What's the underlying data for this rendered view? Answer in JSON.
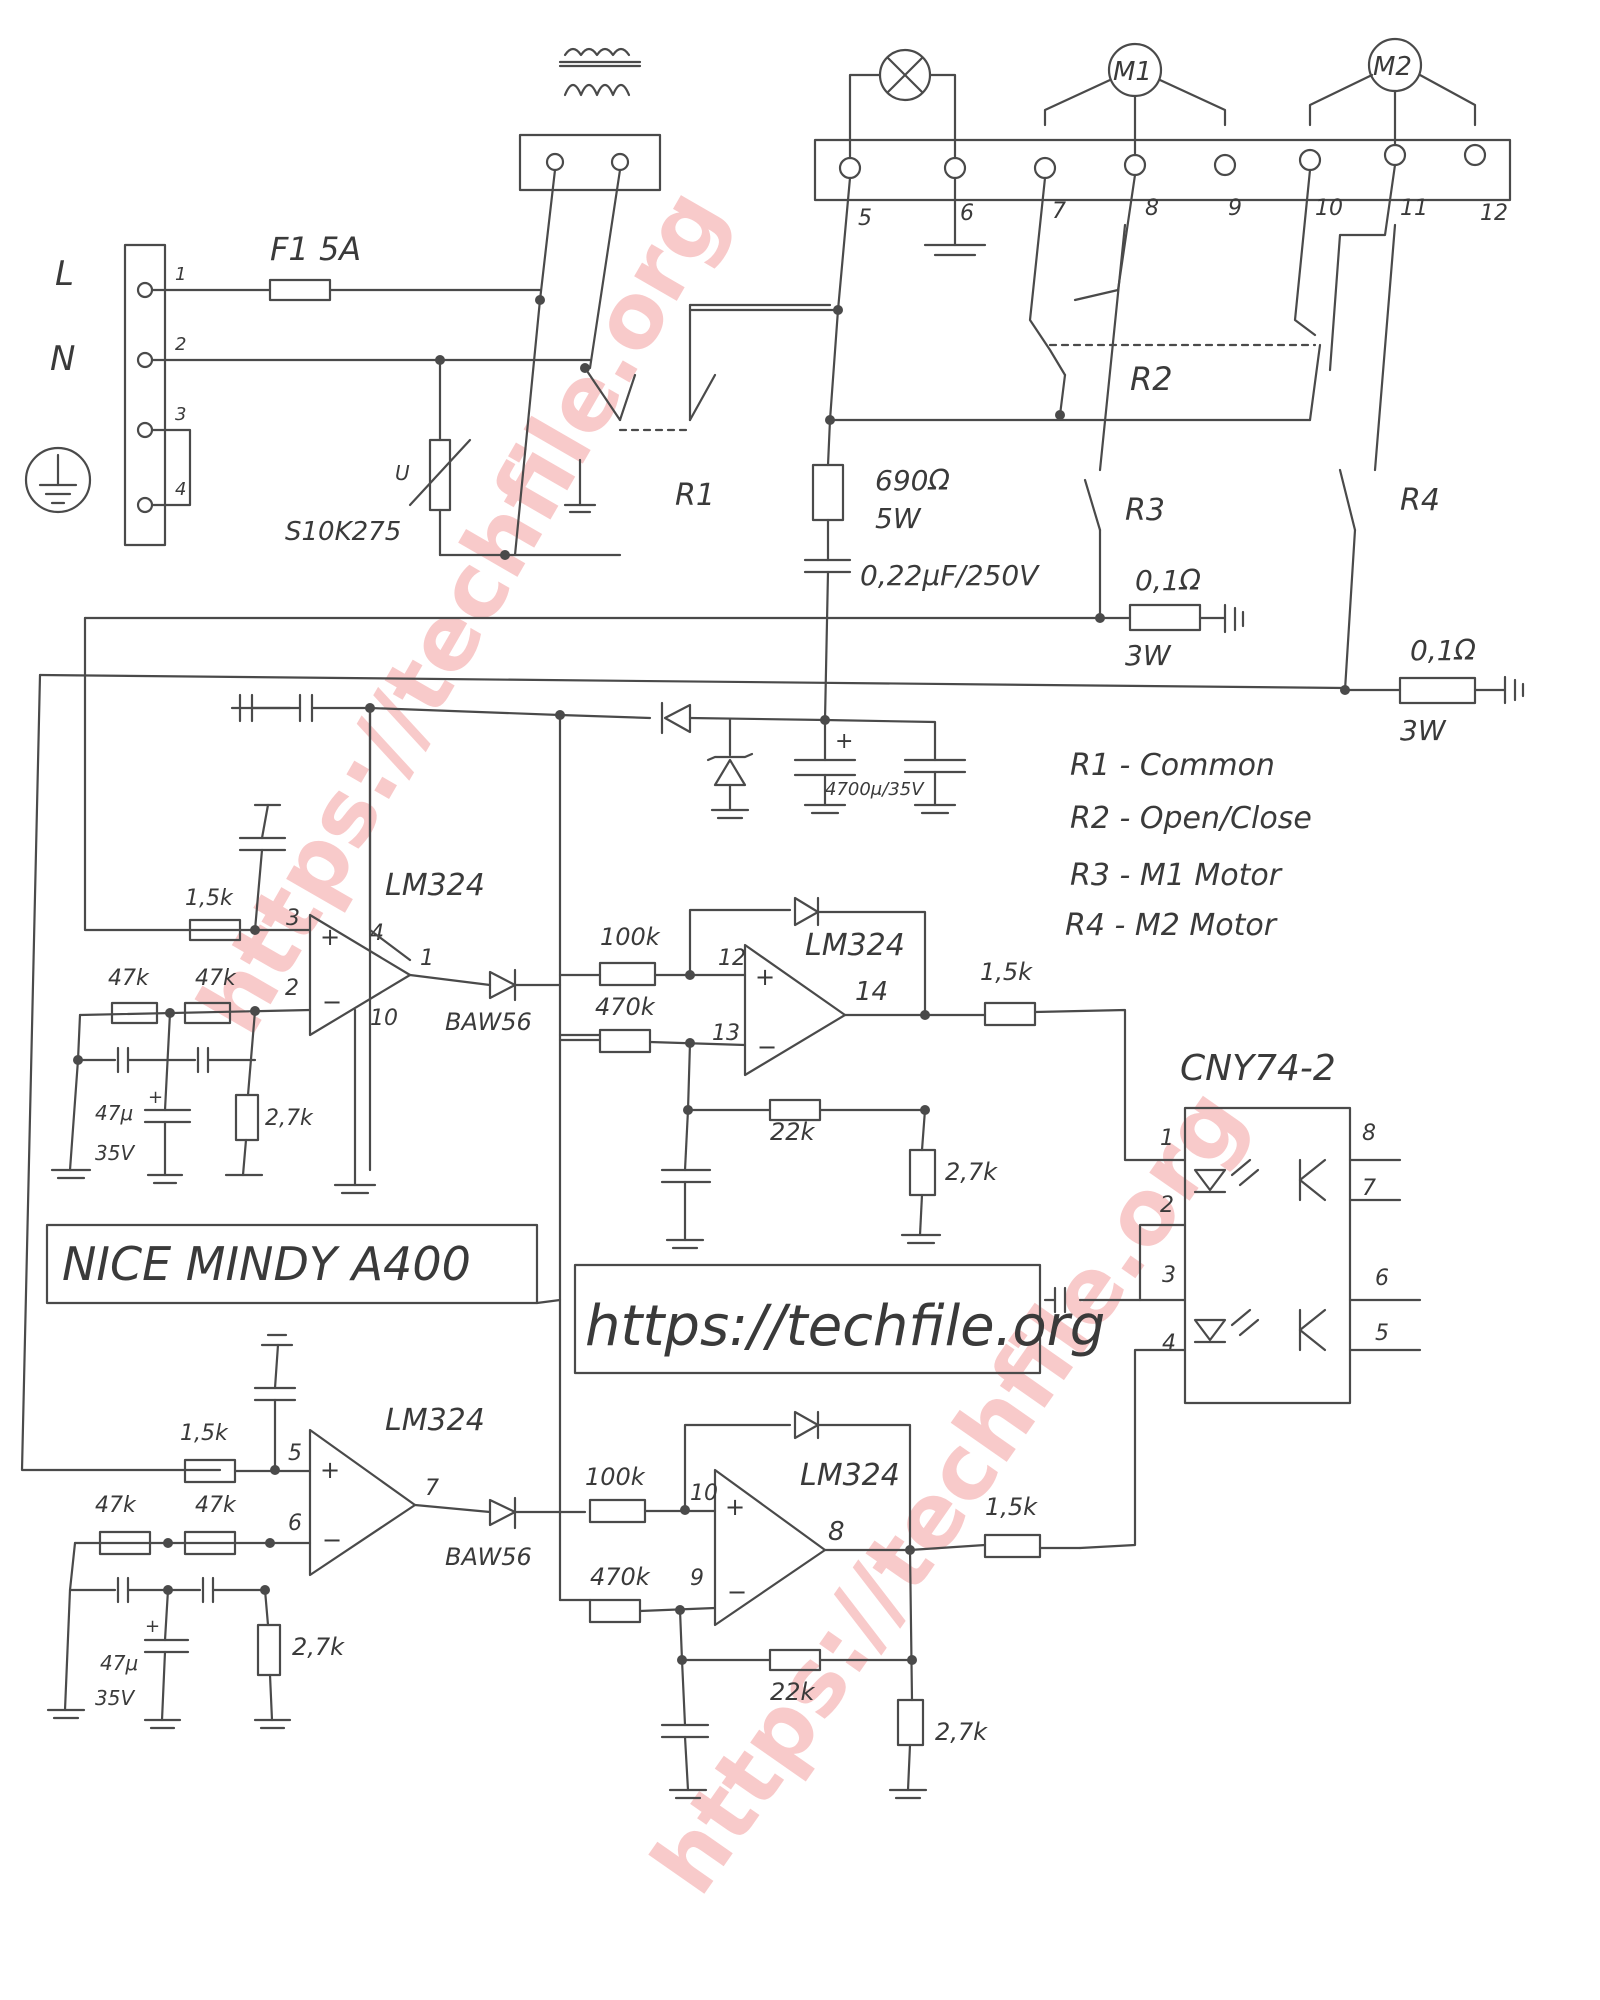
{
  "title_box": "NICE MINDY A400",
  "url_box": "https://techfile.org",
  "watermark": "https://techfile.org",
  "terminals_left": {
    "L": "L",
    "N": "N",
    "pins": [
      "1",
      "2",
      "3",
      "4"
    ]
  },
  "fuse": "F1 5A",
  "varistor": "S10K275",
  "varistor_symbol": "U",
  "terminals_right": [
    "5",
    "6",
    "7",
    "8",
    "9",
    "10",
    "11",
    "12"
  ],
  "loads": {
    "lamp": "",
    "m1": "M1",
    "m2": "M2"
  },
  "relays": {
    "r1": "R1",
    "r2": "R2",
    "r3": "R3",
    "r4": "R4"
  },
  "resistor_690": {
    "value": "690Ω",
    "power": "5W"
  },
  "cap_ac": "0,22μF/250V",
  "shunt1": {
    "value": "0,1Ω",
    "power": "3W"
  },
  "shunt2": {
    "value": "0,1Ω",
    "power": "3W"
  },
  "cap_bulk": "4700μ/35V",
  "legend": [
    "R1 - Common",
    "R2 - Open/Close",
    "R3 - M1 Motor",
    "R4 - M2 Motor"
  ],
  "opamps": {
    "u1": {
      "name": "LM324",
      "pin_in_p": "3",
      "pin_in_n": "2",
      "pin_out": "1",
      "pin_vcc": "4",
      "pin_gnd": "10"
    },
    "u2": {
      "name": "LM324",
      "pin_in_p": "12",
      "pin_in_n": "13",
      "pin_out": "14"
    },
    "u3": {
      "name": "LM324",
      "pin_in_p": "5",
      "pin_in_n": "6",
      "pin_out": "7"
    },
    "u4": {
      "name": "LM324",
      "pin_in_p": "10",
      "pin_in_n": "9",
      "pin_out": "8"
    }
  },
  "top_channel": {
    "r_in": "1,5k",
    "r_a": "47k",
    "r_b": "47k",
    "r_gnd": "2,7k",
    "cap": "47μ",
    "cap_v": "35V",
    "diode": "BAW56",
    "r100k": "100k",
    "r470k": "470k",
    "r22k": "22k",
    "r27k_out": "2,7k",
    "r15k_out": "1,5k"
  },
  "bottom_channel": {
    "r_in": "1,5k",
    "r_a": "47k",
    "r_b": "47k",
    "r_gnd": "2,7k",
    "cap": "47μ",
    "cap_v": "35V",
    "diode": "BAW56",
    "r100k": "100k",
    "r470k": "470k",
    "r22k": "22k",
    "r27k_out": "2,7k",
    "r15k_out": "1,5k"
  },
  "optocoupler": {
    "name": "CNY74-2",
    "pins": [
      "1",
      "2",
      "3",
      "4",
      "5",
      "6",
      "7",
      "8"
    ]
  }
}
